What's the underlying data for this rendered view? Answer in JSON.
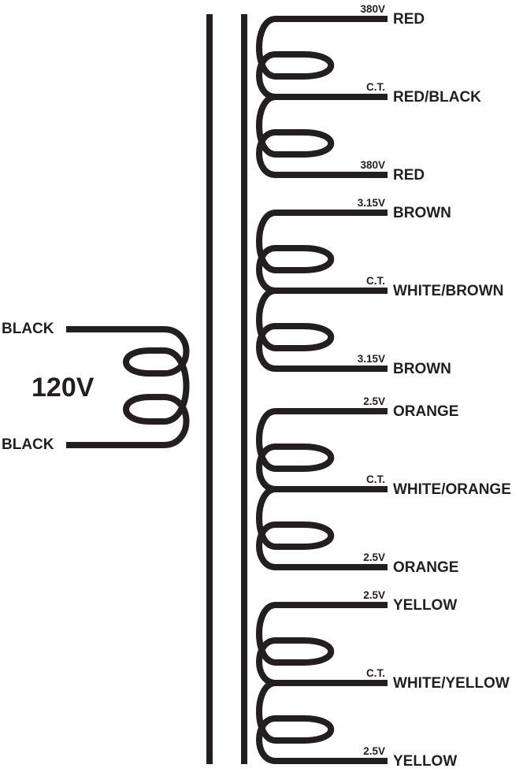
{
  "primary": {
    "voltage": "120V",
    "leads": [
      "BLACK",
      "BLACK"
    ]
  },
  "secondaries": [
    {
      "taps": [
        {
          "voltage": "380V",
          "wire": "RED"
        },
        {
          "voltage": "C.T.",
          "wire": "RED/BLACK"
        },
        {
          "voltage": "380V",
          "wire": "RED"
        }
      ]
    },
    {
      "taps": [
        {
          "voltage": "3.15V",
          "wire": "BROWN"
        },
        {
          "voltage": "C.T.",
          "wire": "WHITE/BROWN"
        },
        {
          "voltage": "3.15V",
          "wire": "BROWN"
        }
      ]
    },
    {
      "taps": [
        {
          "voltage": "2.5V",
          "wire": "ORANGE"
        },
        {
          "voltage": "C.T.",
          "wire": "WHITE/ORANGE"
        },
        {
          "voltage": "2.5V",
          "wire": "ORANGE"
        }
      ]
    },
    {
      "taps": [
        {
          "voltage": "2.5V",
          "wire": "YELLOW"
        },
        {
          "voltage": "C.T.",
          "wire": "WHITE/YELLOW"
        },
        {
          "voltage": "2.5V",
          "wire": "YELLOW"
        }
      ]
    }
  ],
  "colors": {
    "ink": "#231f20",
    "background": "#ffffff"
  }
}
